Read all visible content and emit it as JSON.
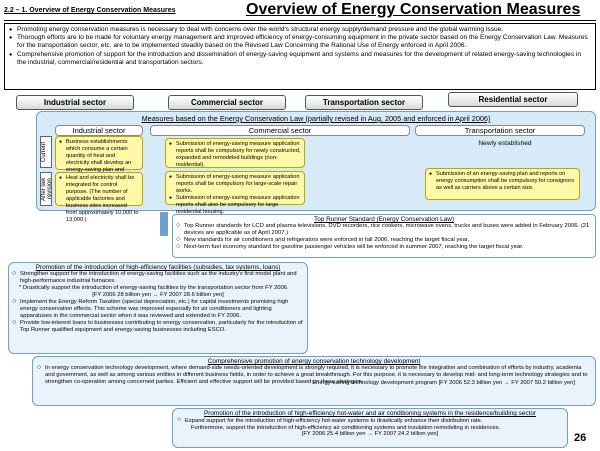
{
  "header": {
    "section_label": "2.2 – 1. Overview of Energy Conservation Measures",
    "main_title": "Overview of Energy Conservation Measures",
    "page_number": "26"
  },
  "intro_bullets": [
    "Promoting energy conservation measures is necessary to deal with concerns over the world's structural energy supply/demand pressure and the global warming issue.",
    "Thorough efforts are to be made for voluntary energy management and improved efficiency of energy-consuming equipment in the private sector based on the Energy Conservation Law. Measures for the transportation sector, etc. are to be implemented steadily based on the Revised Law Concerning the Rational Use of Energy enforced in April 2006.",
    "Comprehensive promotion of support for the introduction and dissemination of energy-saving equipment and systems and measures for the development of related energy-saving technologies in the industrial, commercial/residential and transportation sectors."
  ],
  "sector_tabs": [
    "Industrial sector",
    "Commercial sector",
    "Transportation sector",
    "Residential sector"
  ],
  "law_panel": {
    "title": "Measures based on the Energy Conservation Law (partially revised in Aug. 2005 and enforced in April 2006)",
    "row_labels": [
      "Current",
      "After law revision"
    ],
    "industrial": {
      "head": "Industrial sector",
      "current": "Business establishments which consume a certain quantity of heat and electricity shall develop an energy-saving plan and submit reports on energy consumption, etc.",
      "after": "Heat and electricity shall be integrated for control purpose. (The number of applicable factories and business sites increased from approximately 10,000 to 13,000.)"
    },
    "commercial": {
      "head": "Commercial sector",
      "current": "Submission of energy-saving measure application reports shall be compulsory for newly constructed, expanded and remodeled buildings (non-residential).",
      "after": [
        "Submission of energy-saving measure application reports shall be compulsory for large-scale repair works.",
        "Submission of energy-saving measure application reports shall also be compulsory for large residential housing."
      ]
    },
    "transportation": {
      "head": "Transportation sector",
      "current": "Newly established",
      "after": "Submission of an energy-saving plan and reports on energy consumption shall be compulsory for consignors as well as carriers above a certain size."
    }
  },
  "top_runner": {
    "title": "Top Runner Standard (Energy Conservation Law)",
    "items": [
      "Top Runner standards for LCD and plasma televisions, DVD recorders, rice cookers, microwave ovens, trucks and buses were added in February 2006. (21 devices are applicable as of April 2007.)",
      "New standards for air conditioners and refrigerators were enforced in fall 2006, reaching the target fiscal year.",
      "Next-term fuel economy standard for gasoline passenger vehicles will be enforced in summer 2007, reaching the target fiscal year."
    ]
  },
  "promotion": {
    "title": "Promotion of the introduction of high-efficiency facilities (subsidies, tax systems, loans)",
    "item1": "Strengthen support for the introduction of energy-saving facilities such as the industry's first model plant and high-performance industrial furnaces.",
    "item1_sub": "* Drastically support the introduction of energy-saving facilities by the transportation sector from FY 2006.",
    "item1_budget": "[FY 2006 28 billion yen → FY 2007 28.6 billion yen]",
    "item2": "Implement the Energy Reform Taxation (special depreciation, etc.) for capital investments promising high energy conservation effects. This scheme was improved especially for air conditioners and lighting apparatuses in the commercial sector when it was reviewed and extended in FY 2006.",
    "item3": "Provide low-interest loans to businesses contributing to energy conservation, particularly for the introduction of Top Runner qualified equipment and energy-saving businesses including ESCO."
  },
  "comprehensive": {
    "title": "Comprehensive promotion of energy conservation technology development",
    "text": "In energy conservation technology development, where demand-side needs-oriented development is strongly required, it is necessary to promote the integration and combination of efforts by industry, academia and government, as well as among various entities in different business fields, in order to achieve a great breakthrough. For this purpose, it is necessary to develop mid- and long-term technology strategies and to strengthen co-operation among concerned parties. Efficient and effective support will be provided based on these strategies.",
    "budget": "Energy-saving technology development program [FY 2006 52.3 billion yen → FY 2007 50.2 billion yen]"
  },
  "residential": {
    "title": "Promotion of the introduction of high-efficiency hot-water and air conditioning systems in the residence/building sector",
    "text1": "Expand support for the introduction of high-efficiency hot-water systems to drastically enhance their distribution rate.",
    "text2": "Furthermore, support the introduction of high-efficiency air conditioning systems and insulation remodeling in residences.",
    "budget": "[FY 2006 25.4 billion yen → FY 2007 24.2 billion yen]"
  },
  "colors": {
    "law_panel_bg": "#d7eaf7",
    "panel_border": "#6fa0c8",
    "yellow_box": "#fff8a8"
  }
}
